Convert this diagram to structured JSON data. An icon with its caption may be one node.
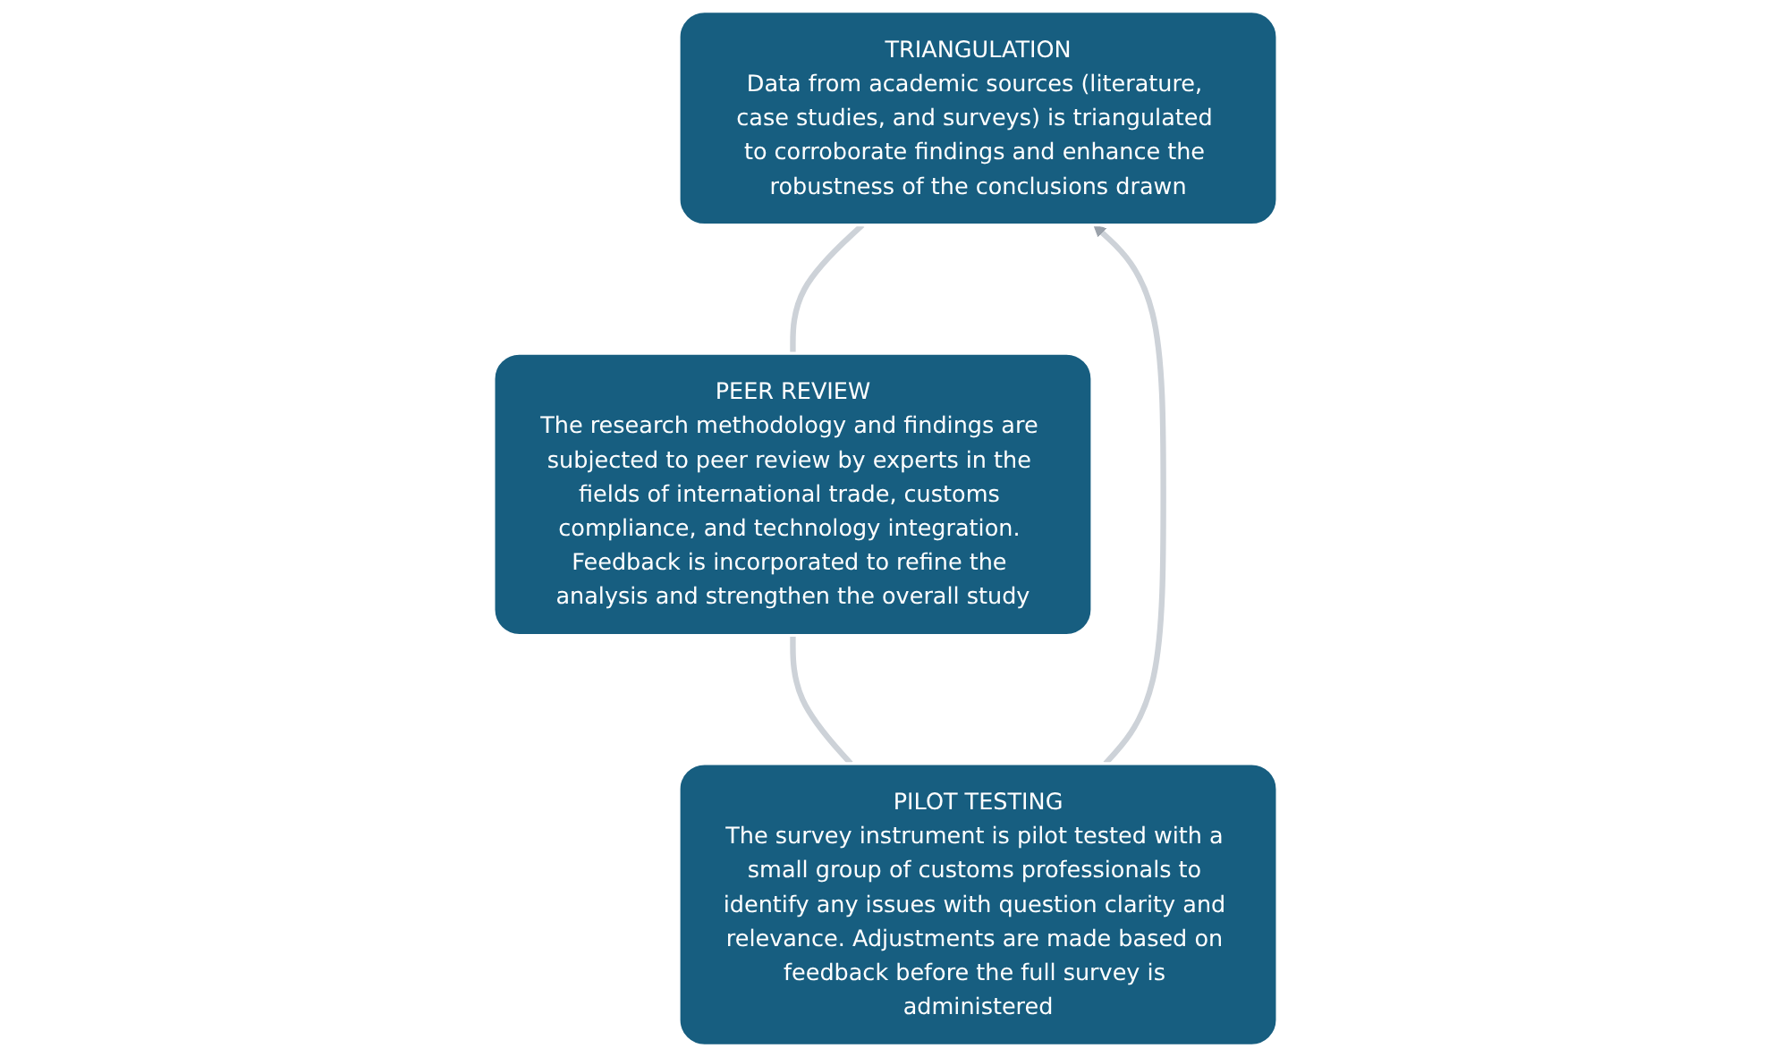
{
  "diagram": {
    "nodes": [
      {
        "text": [
          "TRIANGULATION",
          "Data from academic sources (literature, case studies, and surveys) is triangulated to corroborate findings and enhance the robustness of the conclusions drawn"
        ]
      },
      {
        "text": [
          "PILOT TESTING",
          "The survey instrument is pilot tested with a small group of customs professionals to identify any issues with question clarity and relevance. Adjustments are made based on feedback before the full survey is administered"
        ]
      },
      {
        "text": [
          "PEER REVIEW",
          "The research methodology and findings are subjected to peer review by experts in the fields of international trade, customs compliance, and technology integration. Feedback is incorporated to refine the analysis and strengthen the overall study"
        ]
      }
    ],
    "edges": [
      {
        "from": 0,
        "to": 2,
        "arrow": "none"
      },
      {
        "from": 2,
        "to": 1,
        "arrow": "none"
      },
      {
        "from": 1,
        "to": 0,
        "arrow": "to"
      }
    ]
  }
}
